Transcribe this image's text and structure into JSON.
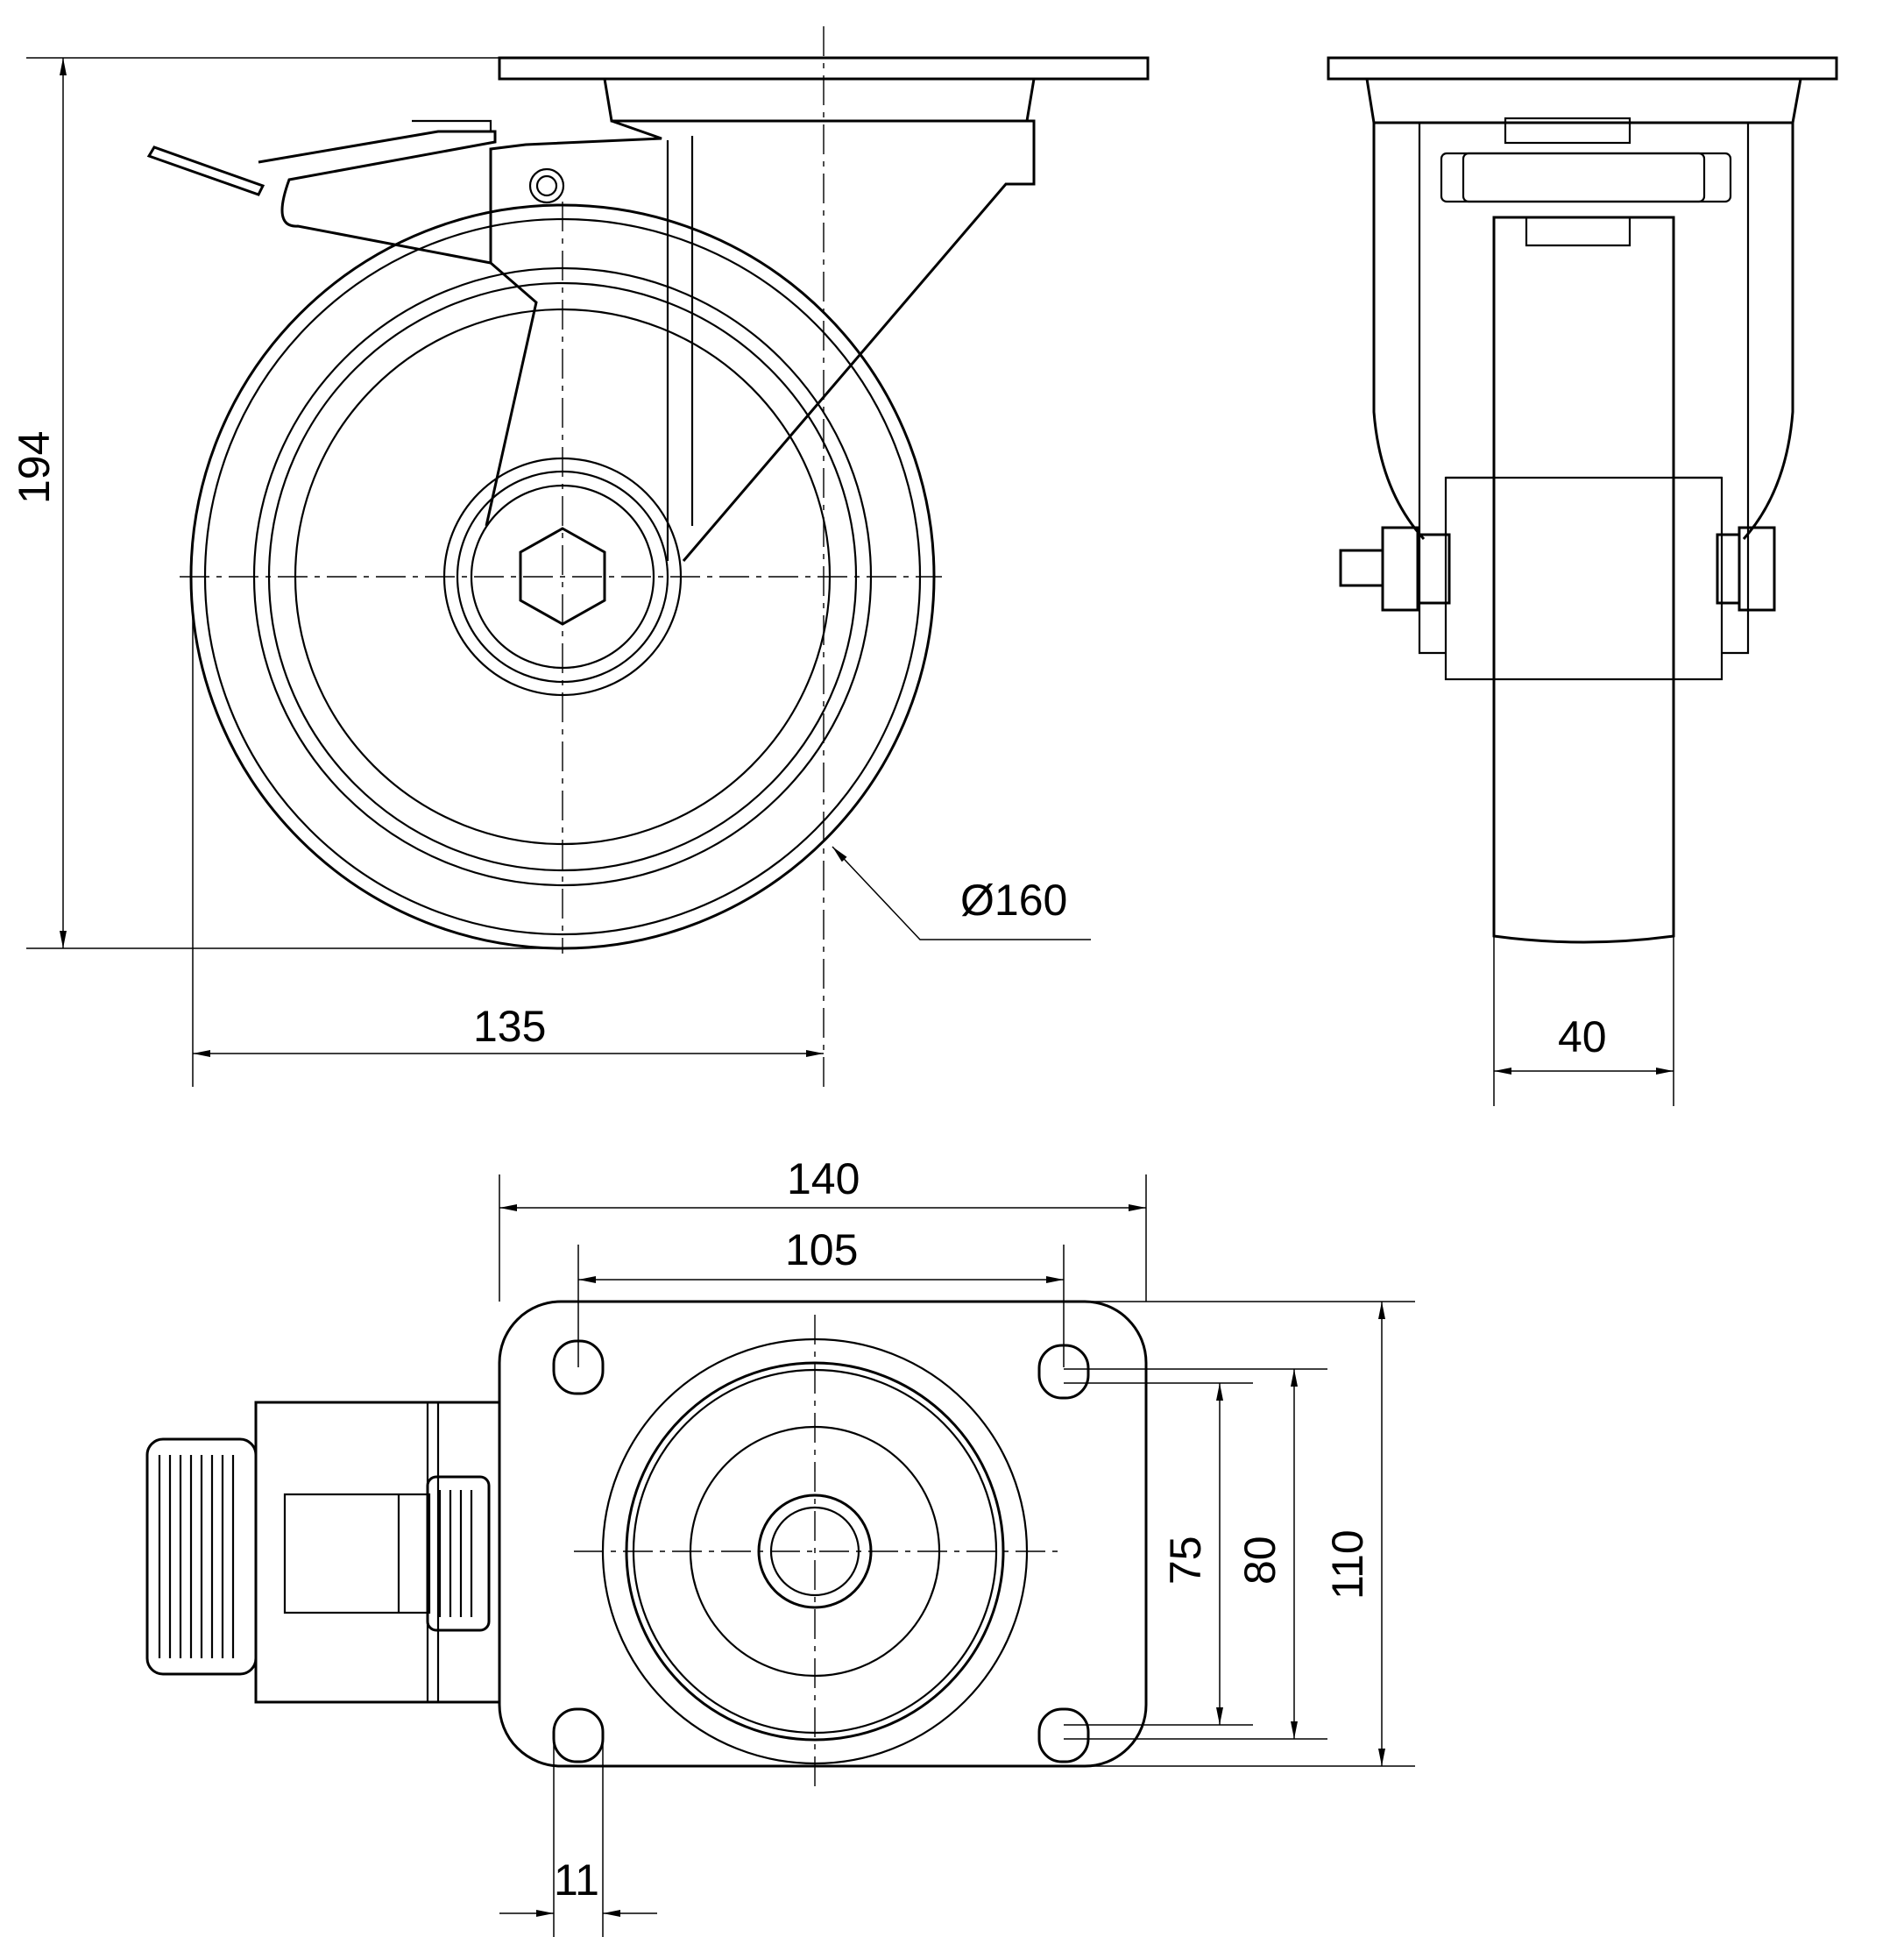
{
  "drawing": {
    "subject": "swivel caster with brake",
    "dimensions": {
      "overall_height": "194",
      "wheel_diameter": "Ø160",
      "offset_width": "135",
      "wheel_width": "40",
      "plate_width": "140",
      "hole_spacing_x": "105",
      "hole_spacing_y_inner": "75",
      "hole_spacing_y_outer": "80",
      "plate_length": "110",
      "slot_width": "11"
    }
  }
}
